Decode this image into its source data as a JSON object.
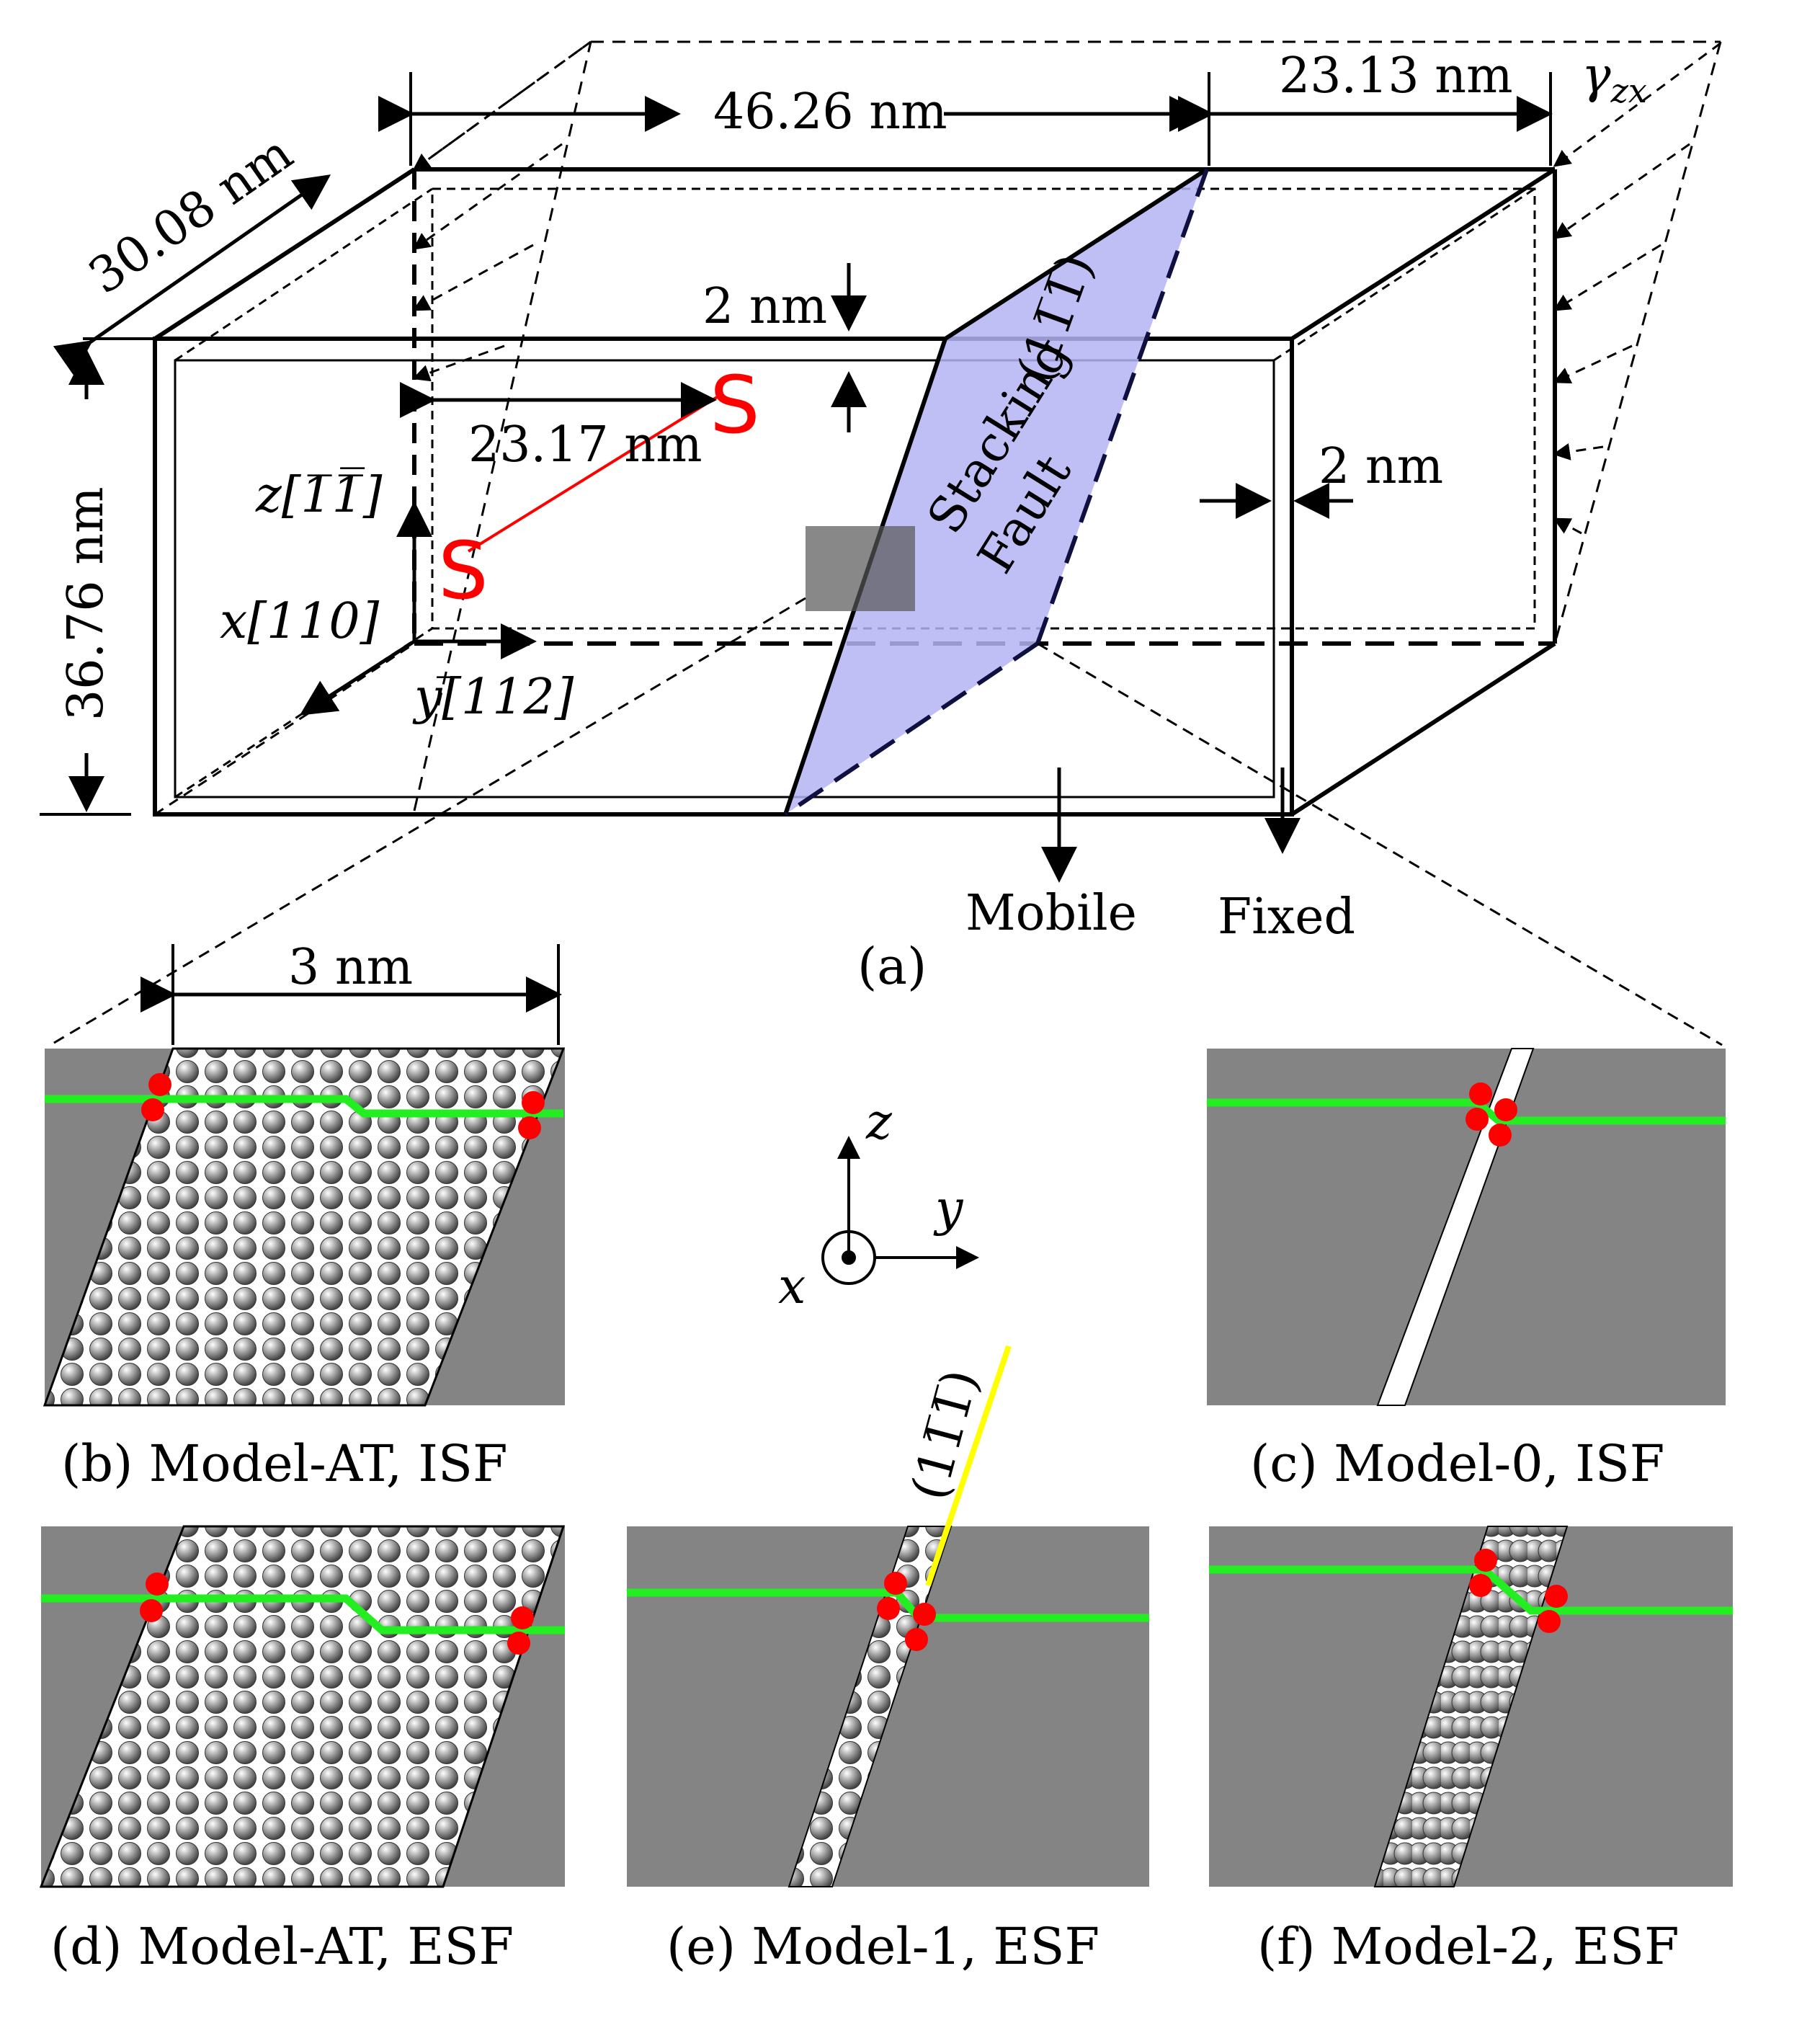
{
  "dims": {
    "box_length": "46.26 nm",
    "shear_offset": "23.13 nm",
    "box_depth": "30.08 nm",
    "box_height": "36.76 nm",
    "layer_top": "2 nm",
    "layer_side": "2 nm",
    "dislocation_sep": "23.17 nm",
    "width_b": "3 nm"
  },
  "axes": {
    "z": "z[1̅1̅̅]",
    "x": "x[110]",
    "y": "y[̅112]"
  },
  "labels": {
    "gamma": "γ",
    "gamma_sub": "zx",
    "plane_a": "(11̅1̅)",
    "stacking": "Stacking",
    "fault": "Fault",
    "mobile": "Mobile",
    "fixed": "Fixed",
    "plane_e": "(11̅1̅)",
    "s_mark": "S",
    "coord_z": "z",
    "coord_y": "y",
    "coord_x": "x"
  },
  "captions": {
    "a": "(a)",
    "b": "(b) Model-AT, ISF",
    "c": "(c) Model-0, ISF",
    "d": "(d) Model-AT, ESF",
    "e": "(e) Model-1, ESF",
    "f": "(f) Model-2, ESF"
  },
  "colors": {
    "fault_plane": "#b4b4f4",
    "dislocation": "#ff0000",
    "panel_grey": "#848484",
    "interface_line": "#22ee22",
    "marker": "#ff0000",
    "highlight": "#ffff00"
  }
}
